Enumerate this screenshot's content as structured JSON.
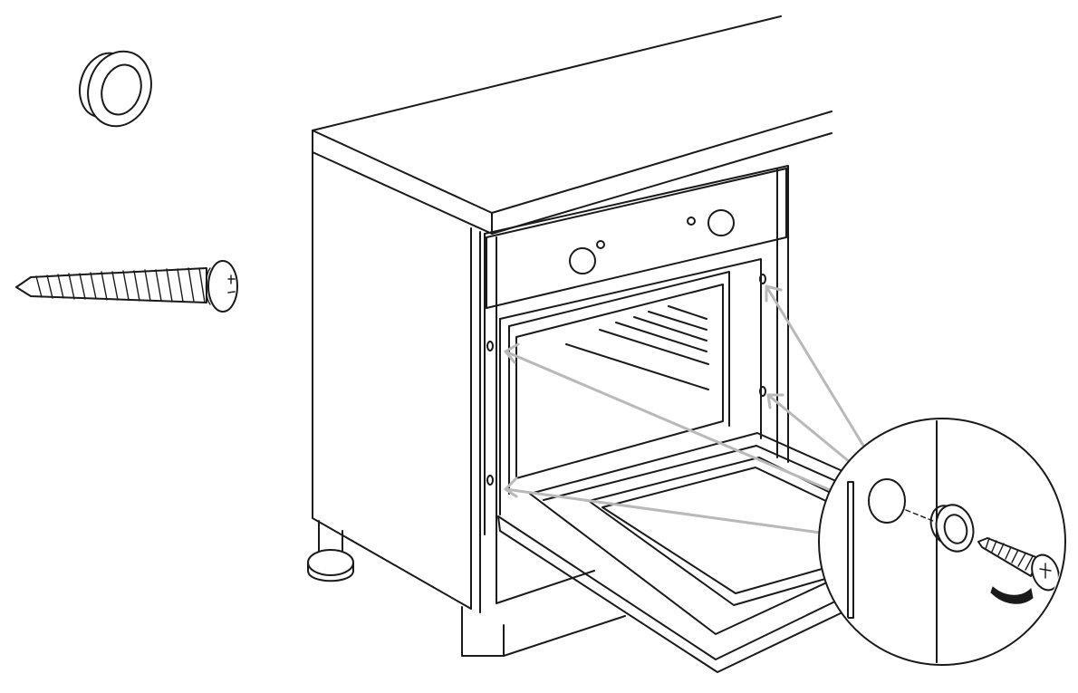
{
  "figure": {
    "kind": "installation-diagram",
    "parts": [
      {
        "name": "spacer-cap-icon",
        "shown": true
      },
      {
        "name": "wood-screw-icon",
        "shown": true
      }
    ],
    "colors": {
      "ink": "#1a1a1a",
      "guide_arrow": "#b9b9b9",
      "background": "#ffffff"
    },
    "detail_callout": {
      "shape": "circle",
      "contents": [
        "spacer-cap-icon",
        "wood-screw-icon",
        "cabinet-side-edge",
        "rotation-arrow-icon"
      ]
    },
    "mounting_points": 4
  }
}
